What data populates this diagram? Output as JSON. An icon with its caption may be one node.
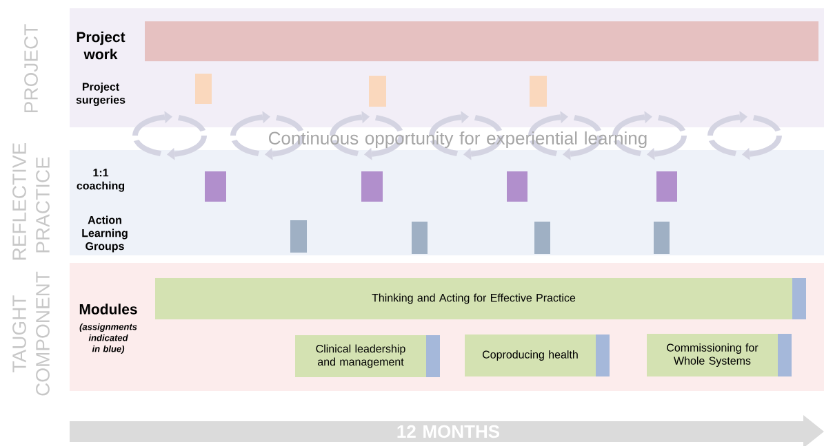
{
  "diagram": {
    "nodes": [
      {
        "text": [
          "PROJECT"
        ]
      },
      {
        "text": [],
        "shape": "bar",
        "in": 0
      },
      {
        "text": [],
        "shape": "bar",
        "in": 0
      },
      {
        "text": [],
        "shape": "bar",
        "in": 0
      },
      {
        "text": [],
        "shape": "bar",
        "in": 0
      },
      {
        "text": [
          "REFLECTIVE PRACTICE"
        ]
      },
      {
        "text": [],
        "shape": "bar",
        "in": 5
      },
      {
        "text": [],
        "shape": "bar",
        "in": 5
      },
      {
        "text": [],
        "shape": "bar",
        "in": 5
      },
      {
        "text": [],
        "shape": "bar",
        "in": 5
      },
      {
        "text": [],
        "shape": "bar",
        "in": 5
      },
      {
        "text": [],
        "shape": "bar",
        "in": 5
      },
      {
        "text": [],
        "shape": "bar",
        "in": 5
      },
      {
        "text": [],
        "shape": "bar",
        "in": 5
      },
      {
        "text": [
          "TAUGHT COMPONENT"
        ]
      },
      {
        "text": [
          "Thinking and Acting for Effective Practice"
        ],
        "in": 14
      },
      {
        "text": [],
        "shape": "bar",
        "in": 14
      },
      {
        "text": [
          "Clinical leadership and management"
        ],
        "in": 14
      },
      {
        "text": [],
        "shape": "bar",
        "in": 14
      },
      {
        "text": [
          "Coproducing health"
        ],
        "in": 14
      },
      {
        "text": [],
        "shape": "bar",
        "in": 14
      },
      {
        "text": [
          "Commissioning for Whole Systems"
        ],
        "in": 14
      },
      {
        "text": [],
        "shape": "bar",
        "in": 14
      }
    ],
    "labels": [
      "Project work",
      "Project surgeries",
      "Continuous opportunity for experiential learning",
      "1:1 coaching",
      "Action Learning Groups",
      "Modules",
      "(assignments indicated in blue)",
      "12 MONTHS"
    ]
  }
}
